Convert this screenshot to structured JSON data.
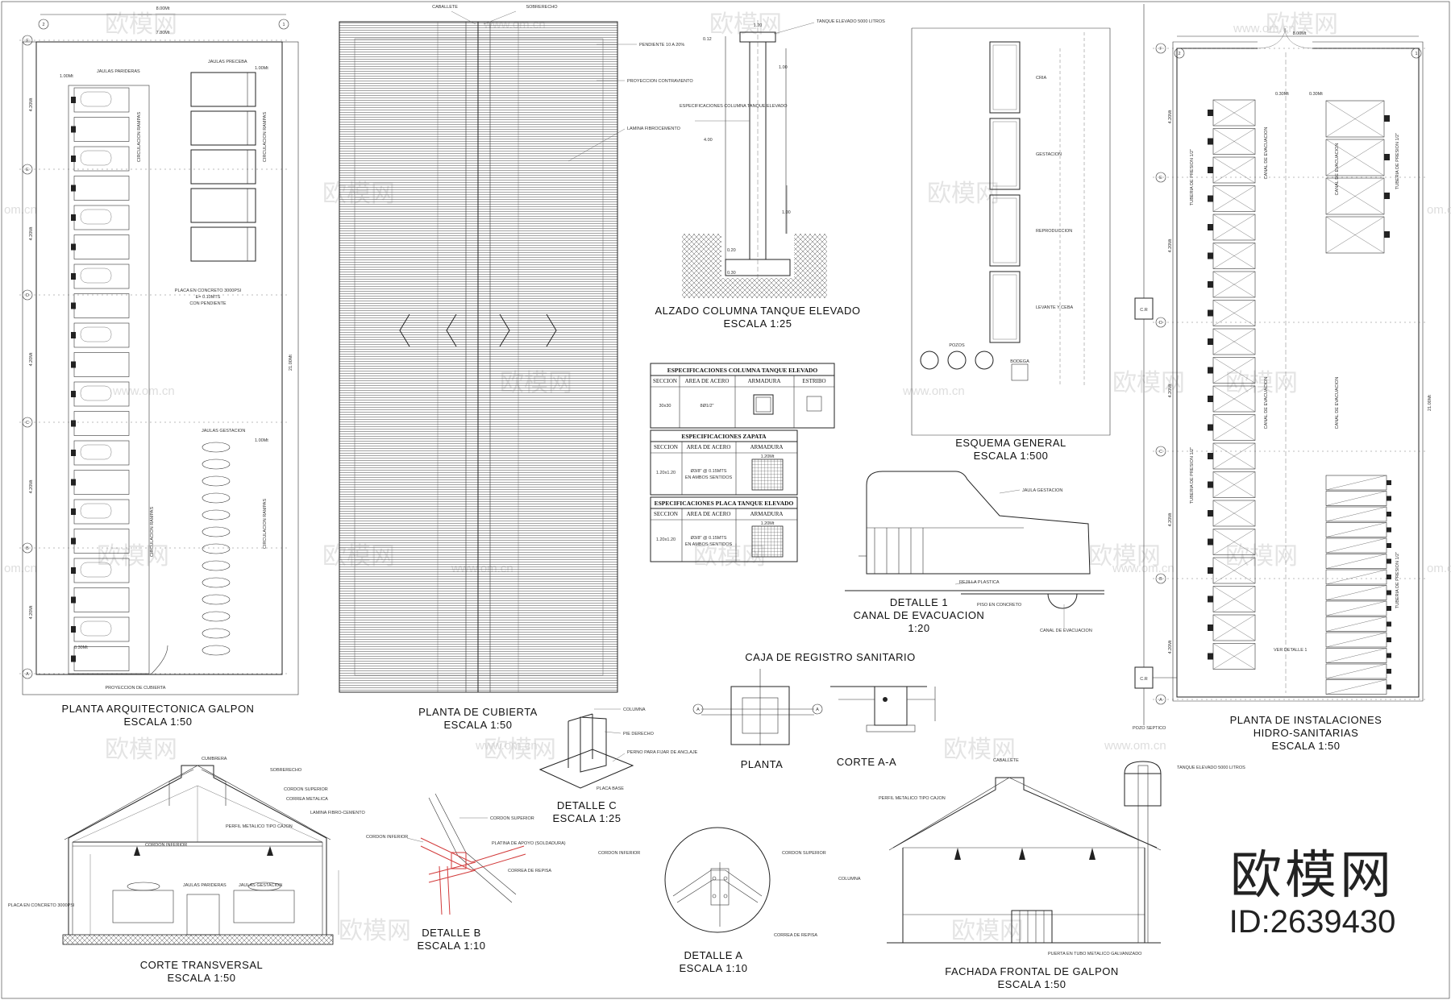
{
  "watermark": {
    "site": "www.om.cn",
    "site_cn": "om.cn",
    "logo": "欧模网"
  },
  "brand": {
    "name": "欧模网",
    "id": "ID:2639430"
  },
  "views": {
    "planta_arq": {
      "title": "PLANTA  ARQUITECTONICA GALPON",
      "scale": "ESCALA 1:50"
    },
    "planta_cub": {
      "title": "PLANTA  DE CUBIERTA",
      "scale": "ESCALA 1:50"
    },
    "alzado": {
      "title": "ALZADO  COLUMNA TANQUE ELEVADO",
      "scale": "ESCALA 1:25"
    },
    "esquema": {
      "title": "ESQUEMA  GENERAL",
      "scale": "ESCALA 1:500"
    },
    "detalle1": {
      "title": "DETALLE 1",
      "sub": "CANAL DE EVACUACION",
      "scale": "1:20"
    },
    "caja": {
      "title": "CAJA  DE REGISTRO SANITARIO",
      "planta": "PLANTA",
      "corte": "CORTE A-A"
    },
    "detallec": {
      "title": "DETALLE C",
      "scale": "ESCALA 1:25"
    },
    "instalaciones": {
      "title": "PLANTA  DE INSTALACIONES",
      "sub": "HIDRO-SANITARIAS",
      "scale": "ESCALA 1:50"
    },
    "corte": {
      "title": "CORTE TRANSVERSAL",
      "scale": "ESCALA 1:50"
    },
    "detalleb": {
      "title": "DETALLE  B",
      "scale": "ESCALA 1:10"
    },
    "detallea": {
      "title": "DETALLE  A",
      "scale": "ESCALA 1:10"
    },
    "fachada": {
      "title": "FACHADA FRONTAL DE GALPON",
      "scale": "ESCALA 1:50"
    }
  },
  "dims": {
    "ancho": "8.00Mt",
    "ancho_int": "7.80Mt",
    "largo": "21.00Mt",
    "vano": "4.20Mt",
    "vano_hs": "4.20Mt",
    "dist_arq_1": "1.00Mt",
    "dist_arq_2": "1.00Mt",
    "dist_gest": "1.00Mt",
    "borde": "0.30Mt",
    "jaula_w": "0.30Mt"
  },
  "grid": {
    "arq": [
      "F",
      "E",
      "D",
      "C",
      "B",
      "A"
    ],
    "hs": [
      "F",
      "E",
      "D",
      "C",
      "B",
      "A"
    ],
    "arq_num": [
      "2",
      "1"
    ],
    "hs_num": [
      "2",
      "1"
    ]
  },
  "notes": {
    "jaulas_parideras": "JAULAS PARIDERAS",
    "jaulas_preceba": "JAULAS PRECEBA",
    "jaulas_gestacion": "JAULAS GESTACION",
    "placa": "PLACA EN CONCRETO 3000PSI",
    "placa2": "E= 0.10MTS",
    "placa3": "CON PENDIENTE",
    "circulacion": "CIRCULACION RAMPAS",
    "proyeccion": "PROYECCION DE CUBIERTA",
    "caballete": "CABALLETE",
    "sobrerecho": "SOBRERECHO",
    "pendiente": "PENDIENTE 10 A 20%",
    "proyeccion_cont": "PROYECCION CONTRAVIENTO",
    "lamina": "LAMINA FIBROCEMENTO",
    "tanque": "TANQUE ELEVADO 5000 LITROS",
    "cumbrera": "CUMBRERA",
    "cordon_sup": "CORDON SUPERIOR",
    "cordon_inf": "CORDON INFERIOR",
    "platina": "PLATINA DE APOYO (SOLDADURA)",
    "correa": "CORREA DE REPISA",
    "pie_derecho": "PIE DERECHO",
    "columna": "COLUMNA",
    "platina_base": "PLACA BASE",
    "perno": "PERNO PARA FIJAR DE ANCLAJE",
    "cuneta": "CANAL DE EVACUACION",
    "rejilla": "REJILLA PLASTICA",
    "piso": "PISO EN CONCRETO",
    "jaula_gest": "JAULA GESTACION",
    "puerta": "PUERTA EN TUBO METALICO GALVANIZADO",
    "correa_met": "CORREA METALICA",
    "lam_fibro": "LAMINA FIBRO-CEMENTO",
    "perfil": "PERFIL METALICO TIPO CAJON",
    "tuberia": "TUBERIA DE PRESION 1/2\"",
    "canal_ev": "CANAL DE EVACUACION",
    "pozo": "POZO SEPTICO",
    "cr": "C.R",
    "detalle_1": "VER DETALLE 1",
    "esq_items": [
      "CRIA",
      "GESTACION",
      "REPRODUCCION",
      "LEVANTE Y CEBA",
      "BODEGA",
      "POZOS"
    ]
  },
  "tables": {
    "col_title": "ESPECIFICACIONES  COLUMNA TANQUE ELEVADO",
    "zap_title": "ESPECIFICACIONES  ZAPATA",
    "placa_title": "ESPECIFICACIONES PLACA TANQUE ELEVADO",
    "h_seccion": "SECCION",
    "h_area": "AREA DE ACERO",
    "h_arm": "ARMADURA",
    "h_estribo": "ESTRIBO",
    "col_row": [
      "30x30",
      "8Ø1/2\""
    ],
    "zap_row": [
      "1.20x1.20",
      "Ø3/8\" @ 0.15MTS",
      "EN AMBOS SENTIDOS"
    ],
    "placa_row": [
      "1.20x1.20",
      "Ø3/8\" @ 0.15MTS",
      "EN AMBOS SENTIDOS"
    ],
    "dim_120": "1.20Mt"
  },
  "levels": {
    "h1": "0.12",
    "h2": "4.00",
    "h3": "1.20",
    "h4": "1.00",
    "h5": "0.20",
    "h6": "0.30"
  }
}
